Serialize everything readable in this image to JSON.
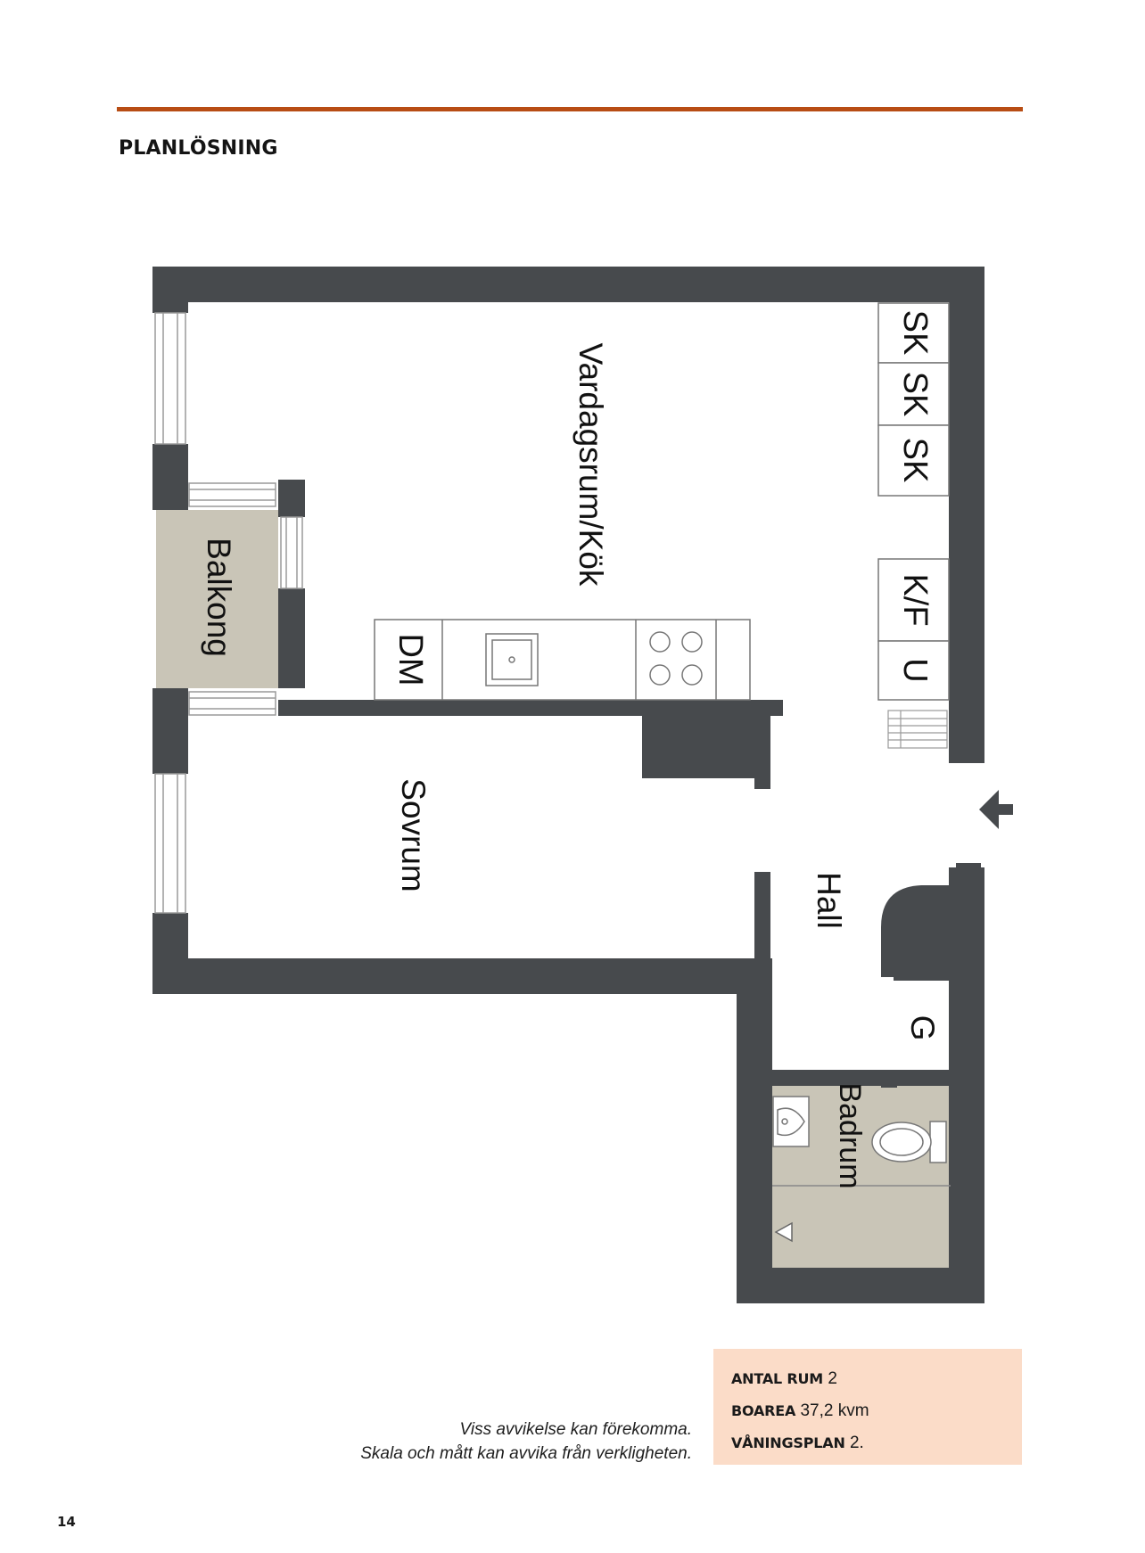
{
  "colors": {
    "accent_rule": "#b84d14",
    "wall": "#474a4d",
    "balcony_fill": "#c9c5b7",
    "bathroom_fill": "#c9c5b7",
    "info_box_bg": "#fbdcc8"
  },
  "header": {
    "title": "PLANLÖSNING"
  },
  "floorplan": {
    "rooms": {
      "living_kitchen": "Vardagsrum/Kök",
      "balcony": "Balkong",
      "bedroom": "Sovrum",
      "hall": "Hall",
      "bathroom": "Badrum",
      "wardrobe_g": "G"
    },
    "fixtures": {
      "wardrobe_1": "SK",
      "wardrobe_2": "SK",
      "wardrobe_3": "SK",
      "fridge_freezer": "K/F",
      "oven": "U",
      "dishwasher": "DM"
    },
    "icons": [
      "entrance-arrow-icon",
      "sink-icon",
      "stove-icon",
      "toilet-icon",
      "washbasin-icon",
      "radiator-icon",
      "shower-drain-icon"
    ]
  },
  "disclaimer": {
    "line1": "Viss avvikelse kan förekomma.",
    "line2": "Skala och mått kan avvika från verkligheten."
  },
  "info": {
    "rooms_label": "ANTAL RUM",
    "rooms_value": "2",
    "area_label": "BOAREA",
    "area_value": "37,2 kvm",
    "floor_label": "VÅNINGSPLAN",
    "floor_value": "2."
  },
  "footer": {
    "page_number": "14"
  }
}
